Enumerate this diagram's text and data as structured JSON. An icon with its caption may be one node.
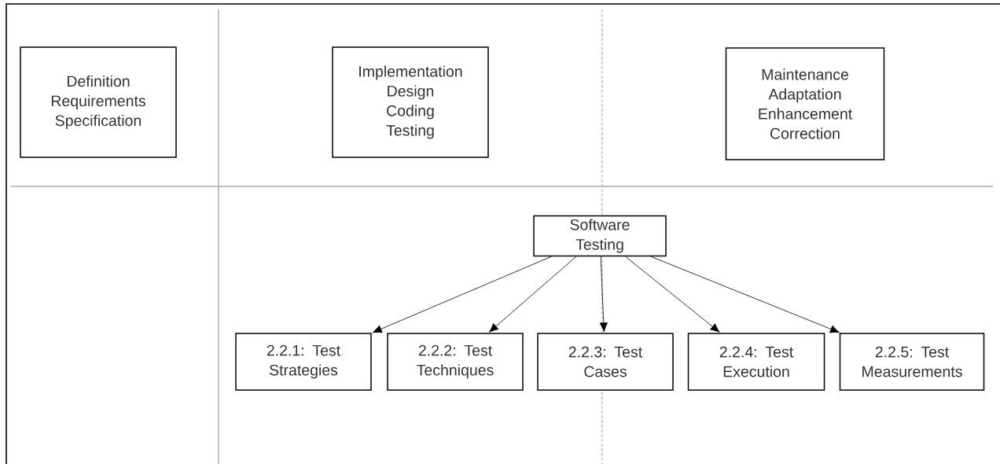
{
  "diagram": {
    "nodes": [
      {
        "text": [
          "Definition Requirements Specification"
        ]
      },
      {
        "text": [
          "Implementation Design Coding Testing"
        ]
      },
      {
        "text": [
          "Maintenance Adaptation Enhancement Correction"
        ]
      },
      {
        "text": [
          "Software Testing"
        ]
      },
      {
        "text": [
          "2.2.1: Test Strategies"
        ]
      },
      {
        "text": [
          "2.2.2: Test Techniques"
        ]
      },
      {
        "text": [
          "2.2.3: Test Cases"
        ]
      },
      {
        "text": [
          "2.2.4: Test Execution"
        ]
      },
      {
        "text": [
          "2.2.5: Test Measurements"
        ]
      }
    ],
    "edges": [
      {
        "from": 3,
        "to": 4,
        "arrow": "to"
      },
      {
        "from": 3,
        "to": 5,
        "arrow": "to"
      },
      {
        "from": 3,
        "to": 6,
        "arrow": "to"
      },
      {
        "from": 3,
        "to": 7,
        "arrow": "to"
      },
      {
        "from": 3,
        "to": 8,
        "arrow": "to"
      }
    ]
  }
}
